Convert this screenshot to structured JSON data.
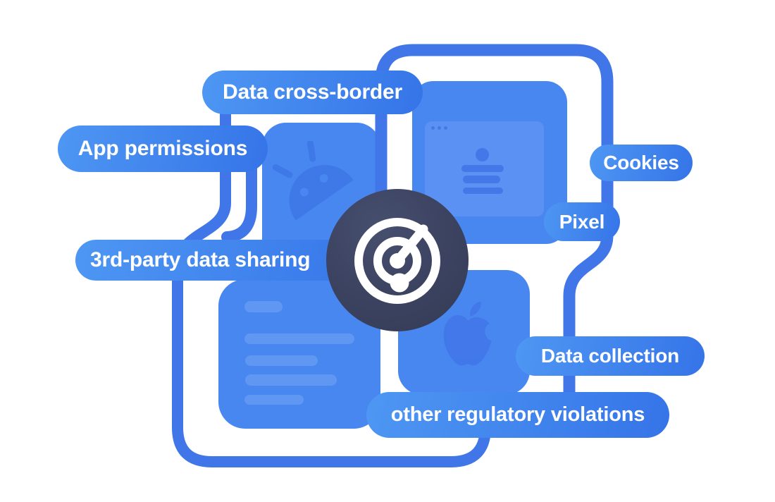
{
  "illustration": {
    "description": "privacy-risk scanning illustration",
    "pills": [
      {
        "id": "data-cross-border",
        "label": "Data cross-border"
      },
      {
        "id": "app-permissions",
        "label": "App permissions"
      },
      {
        "id": "cookies",
        "label": "Cookies"
      },
      {
        "id": "pixel",
        "label": "Pixel"
      },
      {
        "id": "third-party-data-sharing",
        "label": "3rd-party data sharing"
      },
      {
        "id": "data-collection",
        "label": "Data collection"
      },
      {
        "id": "other-regulatory-violations",
        "label": "other regulatory violations"
      }
    ],
    "icons": [
      {
        "name": "radar-icon"
      },
      {
        "name": "android-icon"
      },
      {
        "name": "apple-icon"
      },
      {
        "name": "browser-window-icon"
      },
      {
        "name": "document-lines-icon"
      }
    ],
    "colors": {
      "background": "#ffffff",
      "pill_gradient_start": "#4e97f3",
      "pill_gradient_end": "#3574e8",
      "pill_text": "#ffffff",
      "card_fill": "#4887f0",
      "card_detail_dark": "#3d74e4",
      "card_detail_light": "#5f97f3",
      "connector_line": "#4076e8",
      "badge_background": "#3e4663",
      "badge_icon": "#ffffff"
    }
  }
}
